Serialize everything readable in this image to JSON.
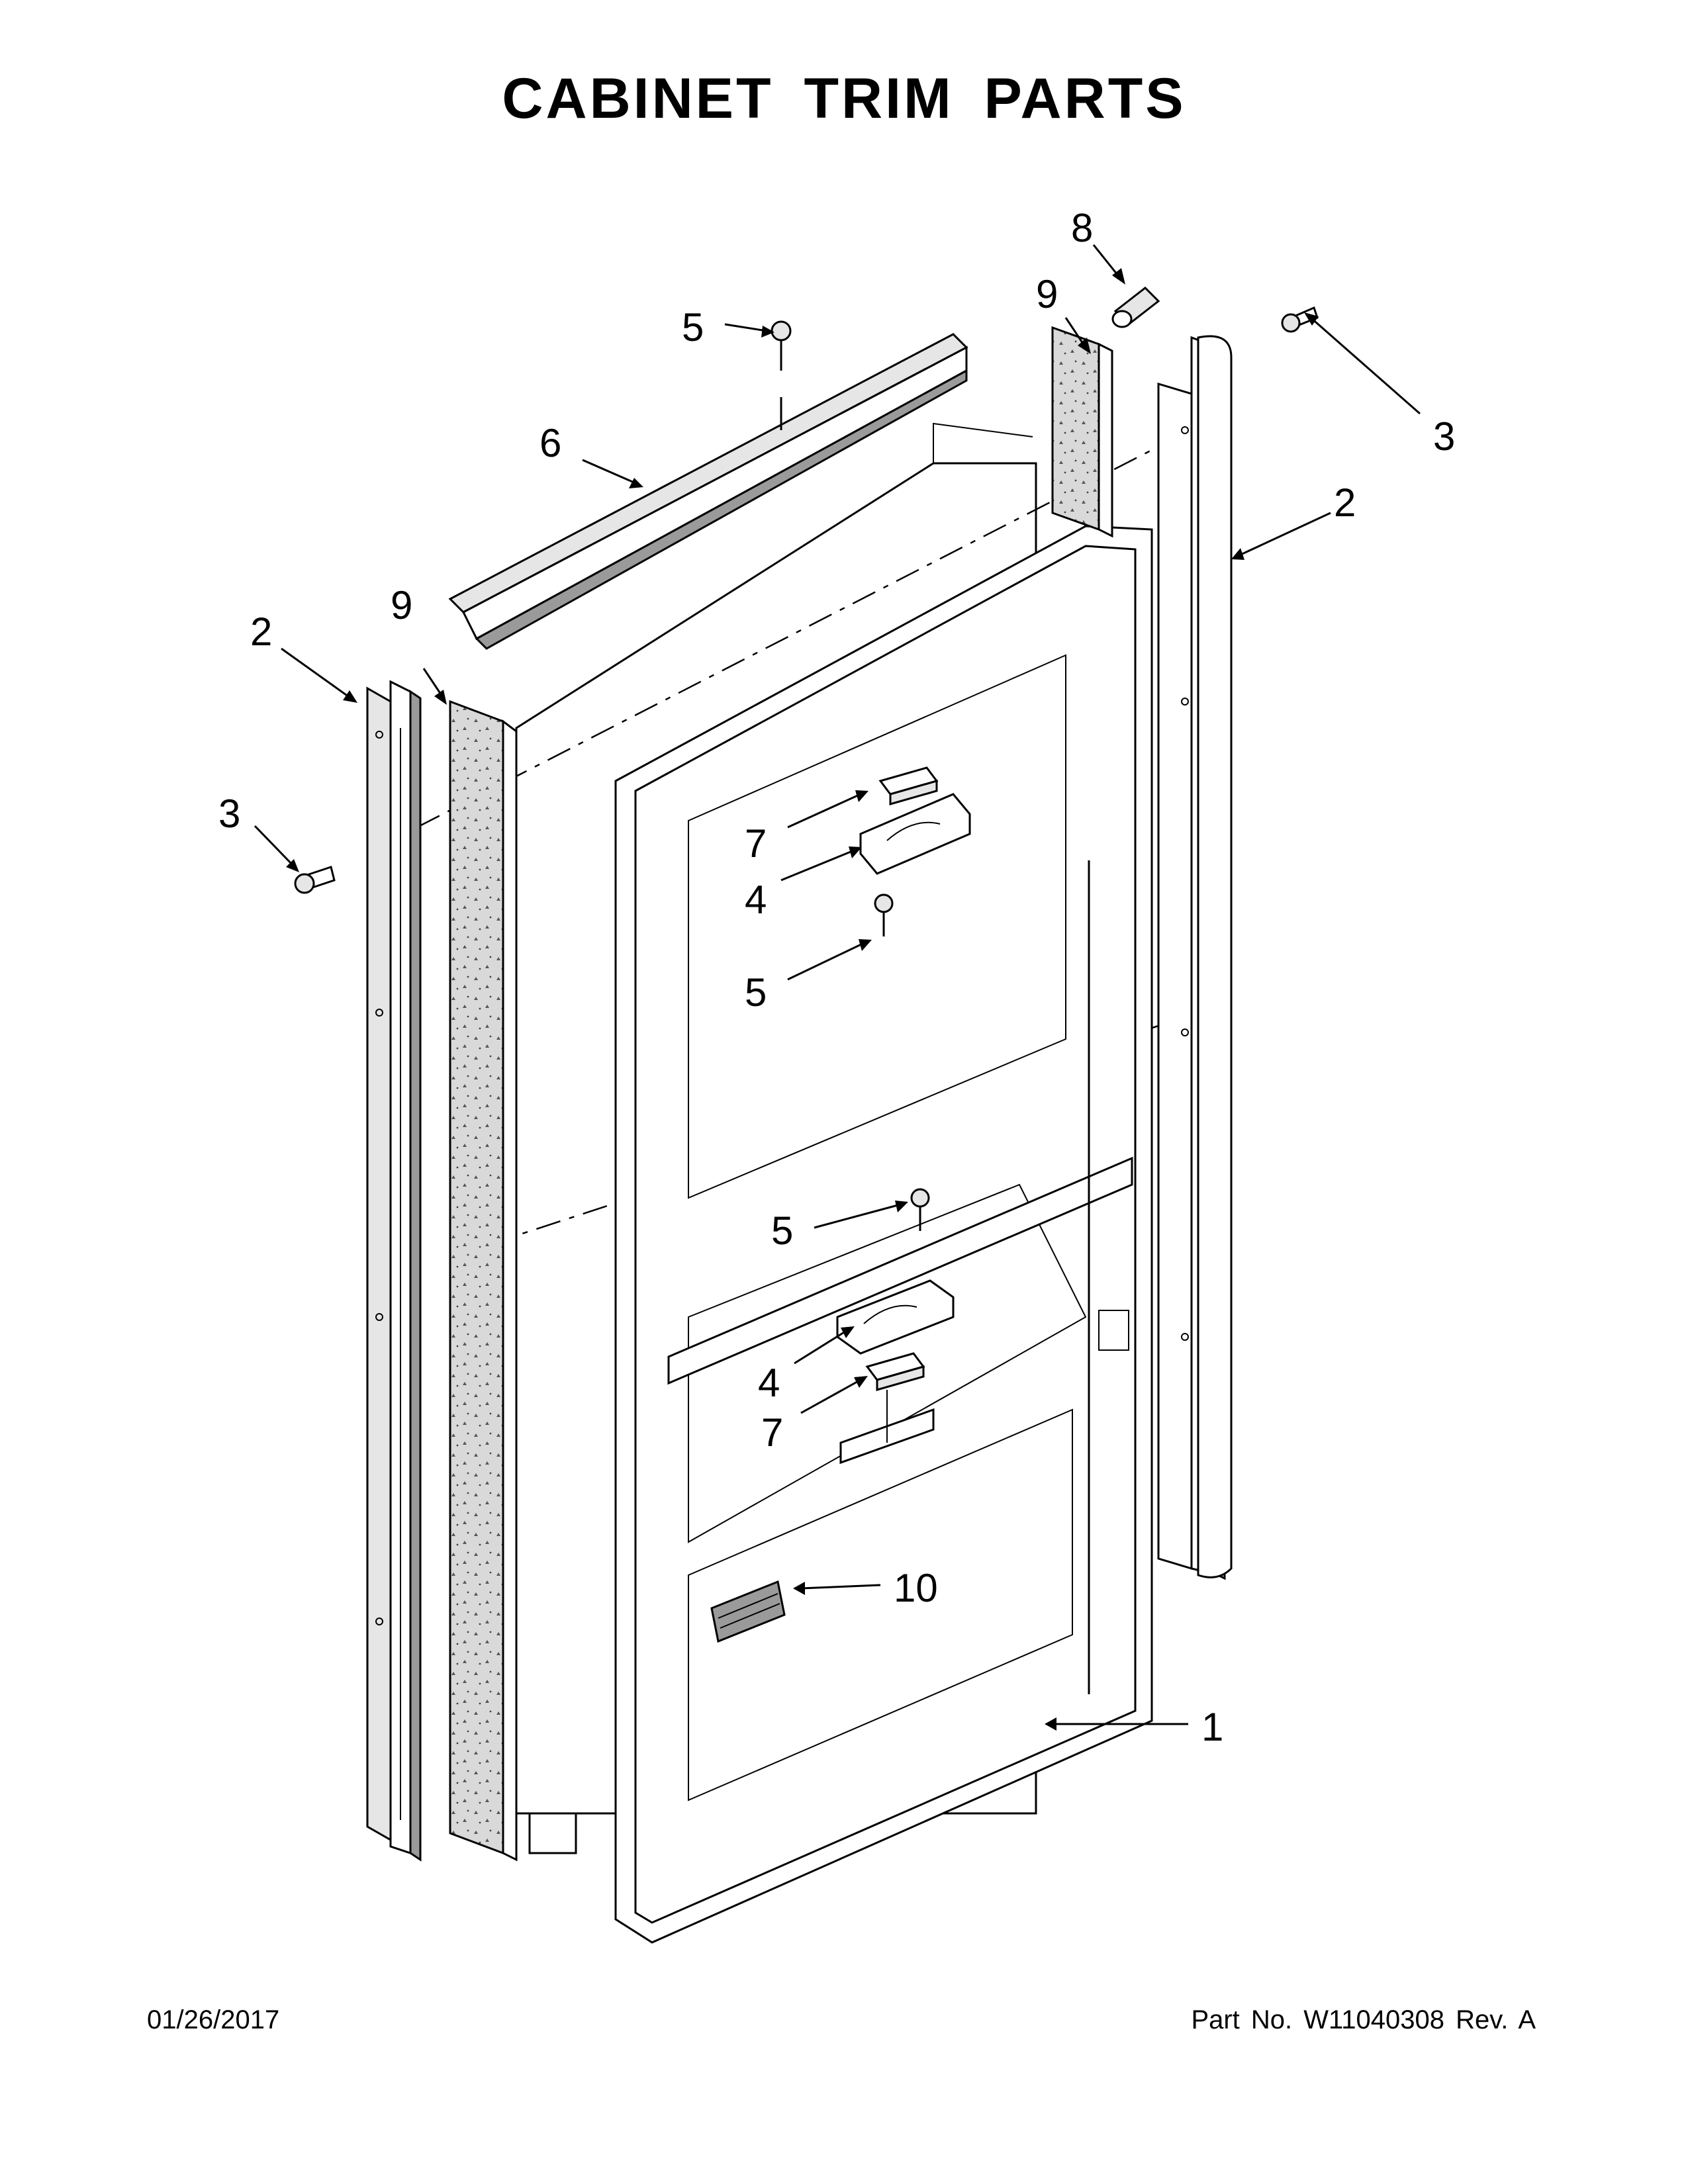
{
  "title": "CABINET TRIM PARTS",
  "footer": {
    "date": "01/26/2017",
    "part_number": "Part No.  W11040308  Rev.  A"
  },
  "callouts": {
    "c1": "1",
    "c2_left": "2",
    "c2_right": "2",
    "c3_left": "3",
    "c3_right": "3",
    "c4_upper": "4",
    "c4_lower": "4",
    "c5_top": "5",
    "c5_upper": "5",
    "c5_lower": "5",
    "c6": "6",
    "c7_upper": "7",
    "c7_lower": "7",
    "c8": "8",
    "c9_left": "9",
    "c9_right": "9",
    "c10": "10"
  }
}
